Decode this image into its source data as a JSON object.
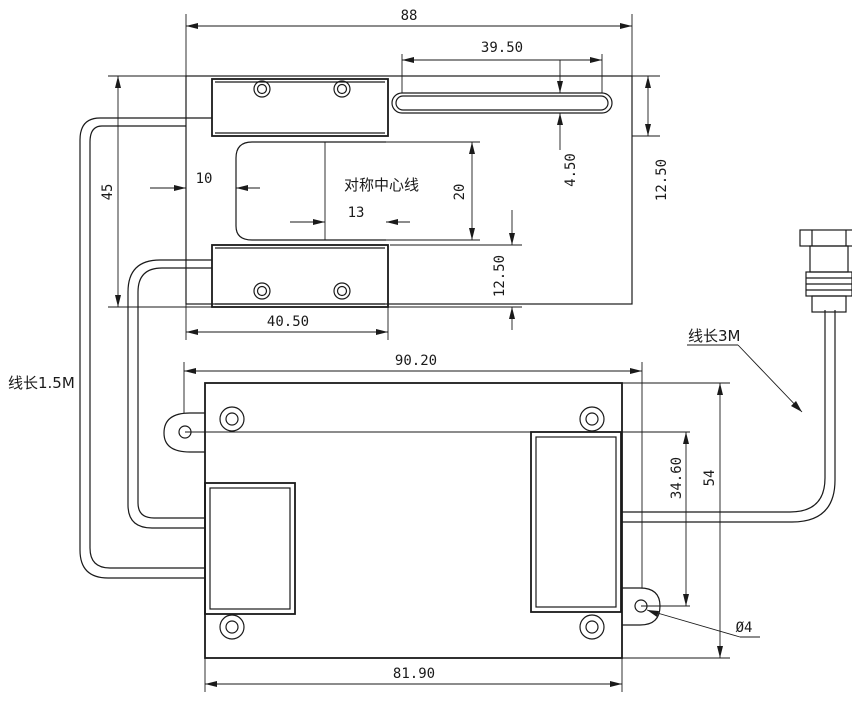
{
  "labels": {
    "symmetry_line": "对称中心线",
    "cable_length_15": "线长1.5M",
    "cable_length_3": "线长3M"
  },
  "dimensions": {
    "top_width": "88",
    "slot_length": "39.50",
    "slot_width": "4.50",
    "bracket_height": "12.50",
    "bracket_height_lower": "12.50",
    "inner_offset": "10",
    "center_offset": "13",
    "gap_height": "20",
    "overall_height": "45",
    "lower_width": "40.50",
    "box_outer_width": "90.20",
    "box_inner_width": "81.90",
    "hole_spacing_vertical": "34.60",
    "box_height": "54",
    "hole_diameter": "Ø4"
  }
}
